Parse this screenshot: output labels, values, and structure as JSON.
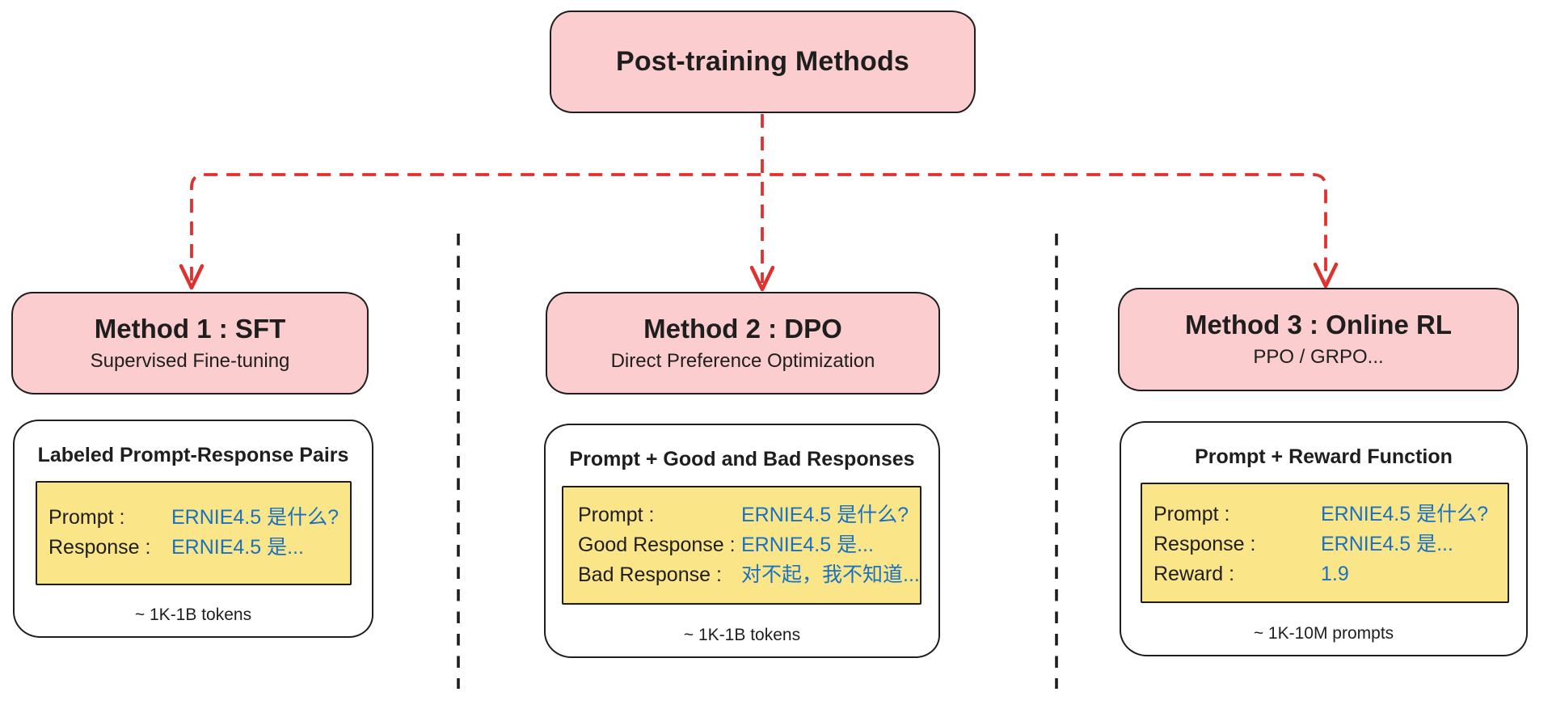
{
  "root": {
    "title": "Post-training Methods"
  },
  "methods": [
    {
      "title": "Method 1 : SFT",
      "subtitle": "Supervised Fine-tuning",
      "data_title": "Labeled Prompt-Response Pairs",
      "rows": [
        {
          "label": "Prompt :",
          "value": "ERNIE4.5 是什么?"
        },
        {
          "label": "Response :",
          "value": "ERNIE4.5 是..."
        }
      ],
      "scale": "~ 1K-1B tokens"
    },
    {
      "title": "Method 2 : DPO",
      "subtitle": "Direct Preference Optimization",
      "data_title": "Prompt + Good and Bad Responses",
      "rows": [
        {
          "label": "Prompt :",
          "value": "ERNIE4.5 是什么?"
        },
        {
          "label": "Good Response :",
          "value": "ERNIE4.5 是..."
        },
        {
          "label": "Bad Response :",
          "value": "对不起，我不知道..."
        }
      ],
      "scale": "~ 1K-1B tokens"
    },
    {
      "title": "Method 3 : Online RL",
      "subtitle": "PPO / GRPO...",
      "data_title": "Prompt + Reward Function",
      "rows": [
        {
          "label": "Prompt :",
          "value": "ERNIE4.5 是什么?"
        },
        {
          "label": "Response :",
          "value": "ERNIE4.5 是..."
        },
        {
          "label": "Reward :",
          "value": "1.9"
        }
      ],
      "scale": "~ 1K-10M prompts"
    }
  ],
  "colors": {
    "node_pink": "#fbcdcf",
    "sample_yellow": "#fae588",
    "value_blue": "#1971c2",
    "connector_red": "#e03131",
    "ink_black": "#1e1e1e"
  }
}
